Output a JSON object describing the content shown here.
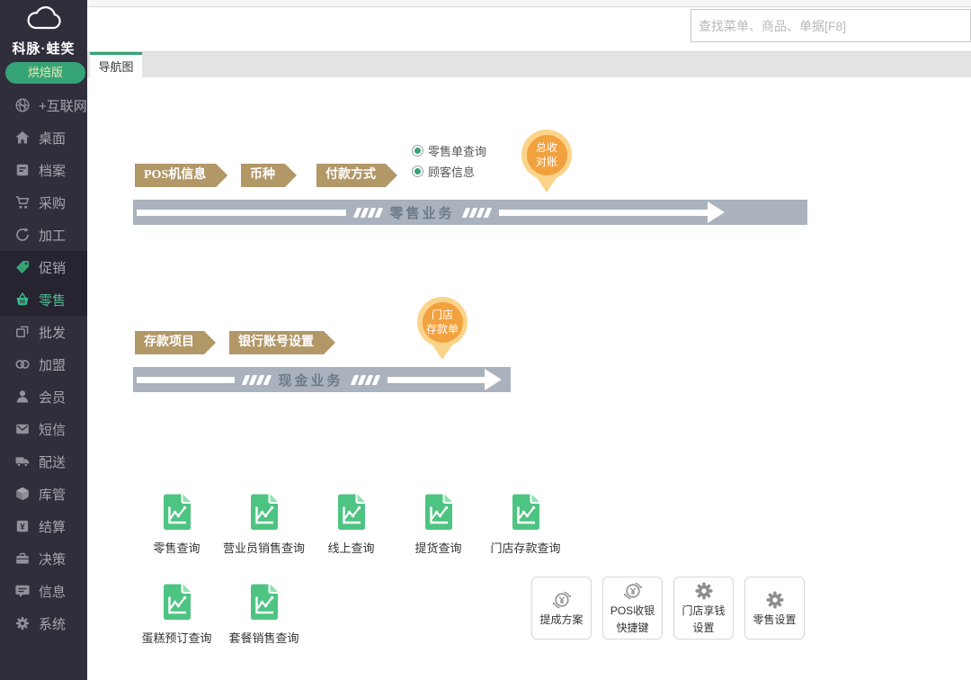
{
  "brand": {
    "name": "科脉·蛙笑",
    "edition": "烘焙版"
  },
  "topbar": {
    "search_placeholder": "查找菜单、商品、单据[F8]"
  },
  "tab": {
    "label": "导航图"
  },
  "sidebar": {
    "items": [
      {
        "label": "+互联网"
      },
      {
        "label": "桌面"
      },
      {
        "label": "档案"
      },
      {
        "label": "采购"
      },
      {
        "label": "加工"
      },
      {
        "label": "促销"
      },
      {
        "label": "零售"
      },
      {
        "label": "批发"
      },
      {
        "label": "加盟"
      },
      {
        "label": "会员"
      },
      {
        "label": "短信"
      },
      {
        "label": "配送"
      },
      {
        "label": "库管"
      },
      {
        "label": "结算"
      },
      {
        "label": "决策"
      },
      {
        "label": "信息"
      },
      {
        "label": "系统"
      }
    ]
  },
  "flow_retail": {
    "title": "零售业务",
    "signs": [
      "POS机信息",
      "币种",
      "付款方式"
    ],
    "radios": [
      "零售单查询",
      "顾客信息"
    ],
    "pin_line1": "总收",
    "pin_line2": "对账"
  },
  "flow_cash": {
    "title": "现金业务",
    "signs": [
      "存款项目",
      "银行账号设置"
    ],
    "pin_line1": "门店",
    "pin_line2": "存款单"
  },
  "reports_row1": [
    "零售查询",
    "营业员销售查询",
    "线上查询",
    "提货查询",
    "门店存款查询"
  ],
  "reports_row2": [
    "蛋糕预订查询",
    "套餐销售查询"
  ],
  "cards": [
    {
      "line1": "提成方案",
      "line2": ""
    },
    {
      "line1": "POS收银",
      "line2": "快捷键"
    },
    {
      "line1": "门店享钱",
      "line2": "设置"
    },
    {
      "line1": "零售设置",
      "line2": ""
    }
  ],
  "colors": {
    "accent_green": "#36a376",
    "sidebar_bg": "#2f2e3a",
    "band_gray": "#a9b2bd",
    "sign_tan": "#b29767",
    "pin_outer": "#fbd38a",
    "pin_inner": "#f2a13f",
    "doc_icon_green": "#4ec482"
  }
}
